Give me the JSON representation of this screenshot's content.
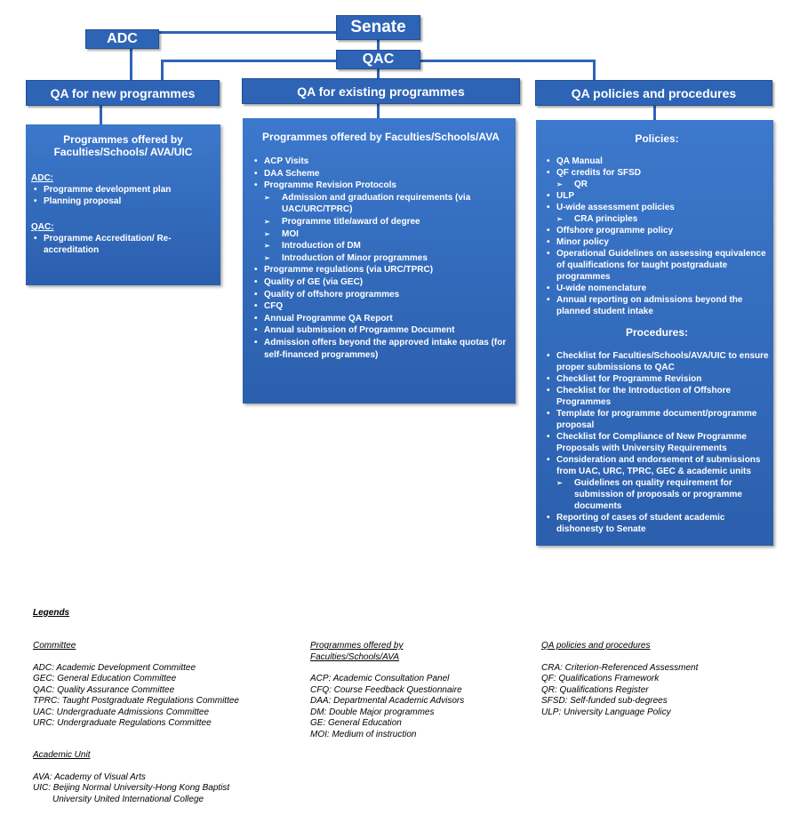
{
  "top": {
    "senate": "Senate",
    "adc": "ADC",
    "qac": "QAC"
  },
  "columns": {
    "new": "QA for new programmes",
    "existing": "QA for existing programmes",
    "policies": "QA policies and procedures"
  },
  "panel_new": {
    "title": "Programmes offered by Faculties/Schools/ AVA/UIC",
    "adc_heading": "ADC:",
    "adc_items": [
      "Programme development plan",
      "Planning proposal"
    ],
    "qac_heading": "QAC:",
    "qac_items": [
      "Programme Accreditation/ Re-accreditation"
    ]
  },
  "panel_existing": {
    "title": "Programmes offered by Faculties/Schools/AVA",
    "items": [
      {
        "text": "ACP Visits",
        "level": 1
      },
      {
        "text": "DAA Scheme",
        "level": 1
      },
      {
        "text": "Programme Revision Protocols",
        "level": 1
      },
      {
        "text": "Admission and graduation requirements (via UAC/URC/TPRC)",
        "level": 2
      },
      {
        "text": "Programme title/award of degree",
        "level": 2
      },
      {
        "text": "MOI",
        "level": 2
      },
      {
        "text": "Introduction of DM",
        "level": 2
      },
      {
        "text": "Introduction of Minor programmes",
        "level": 2
      },
      {
        "text": "Programme regulations (via URC/TPRC)",
        "level": 1
      },
      {
        "text": "Quality of GE (via GEC)",
        "level": 1
      },
      {
        "text": "Quality of offshore programmes",
        "level": 1
      },
      {
        "text": "CFQ",
        "level": 1
      },
      {
        "text": "Annual Programme QA Report",
        "level": 1
      },
      {
        "text": "Annual submission of Programme Document",
        "level": 1
      },
      {
        "text": "Admission offers beyond the approved intake quotas (for self-financed programmes)",
        "level": 1
      }
    ]
  },
  "panel_policies": {
    "policies_title": "Policies:",
    "policies": [
      {
        "text": "QA Manual",
        "level": 1
      },
      {
        "text": "QF credits for SFSD",
        "level": 1
      },
      {
        "text": "QR",
        "level": 2
      },
      {
        "text": "ULP",
        "level": 1
      },
      {
        "text": "U-wide assessment policies",
        "level": 1
      },
      {
        "text": "CRA principles",
        "level": 2
      },
      {
        "text": "Offshore programme policy",
        "level": 1
      },
      {
        "text": "Minor policy",
        "level": 1
      },
      {
        "text": "Operational Guidelines on assessing equivalence of qualifications for taught postgraduate programmes",
        "level": 1
      },
      {
        "text": "U-wide nomenclature",
        "level": 1
      },
      {
        "text": "Annual reporting on admissions beyond the planned student intake",
        "level": 1
      }
    ],
    "procedures_title": "Procedures:",
    "procedures": [
      {
        "text": "Checklist for Faculties/Schools/AVA/UIC to ensure proper submissions to QAC",
        "level": 1
      },
      {
        "text": "Checklist for Programme Revision",
        "level": 1
      },
      {
        "text": "Checklist for the Introduction of Offshore Programmes",
        "level": 1
      },
      {
        "text": "Template for programme document/programme proposal",
        "level": 1
      },
      {
        "text": "Checklist for Compliance of New Programme Proposals with University Requirements",
        "level": 1
      },
      {
        "text": "Consideration and endorsement of submissions from UAC, URC, TPRC, GEC & academic units",
        "level": 1
      },
      {
        "text": "Guidelines on quality requirement for submission of proposals or programme documents",
        "level": 2
      },
      {
        "text": "Reporting of cases of student academic dishonesty to Senate",
        "level": 1
      }
    ]
  },
  "legends": {
    "title": "Legends",
    "committee": {
      "heading": "Committee",
      "items": [
        "ADC: Academic Development Committee",
        "GEC: General Education Committee",
        "QAC: Quality Assurance Committee",
        "TPRC: Taught Postgraduate Regulations Committee",
        "UAC: Undergraduate Admissions Committee",
        "URC: Undergraduate Regulations Committee"
      ]
    },
    "academic_unit": {
      "heading": "Academic Unit",
      "items": [
        "AVA: Academy of Visual Arts",
        "UIC: Beijing Normal University-Hong Kong Baptist",
        "University United International College"
      ]
    },
    "programmes": {
      "heading_line1": "Programmes offered by",
      "heading_line2": "Faculties/Schools/AVA",
      "items": [
        "ACP: Academic Consultation Panel",
        "CFQ: Course Feedback Questionnaire",
        "DAA: Departmental Academic Advisors",
        "DM: Double Major programmes",
        "GE: General Education",
        "MOI: Medium of instruction"
      ]
    },
    "qa": {
      "heading": "QA policies and procedures",
      "items": [
        "CRA: Criterion-Referenced Assessment",
        "QF: Qualifications Framework",
        "QR: Qualifications Register",
        "SFSD: Self-funded sub-degrees",
        "ULP: University Language Policy"
      ]
    }
  },
  "colors": {
    "box": "#2e64b6",
    "panel_top": "#3c78cc",
    "panel_bottom": "#2b5fad"
  }
}
